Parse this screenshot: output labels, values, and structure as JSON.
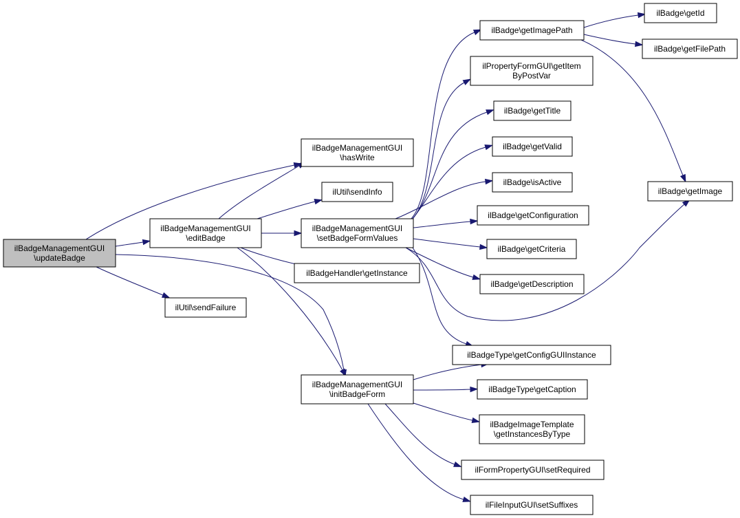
{
  "nodes": [
    {
      "id": "updateBadge",
      "lines": [
        "ilBadgeManagementGUI",
        "\\updateBadge"
      ],
      "root": true
    },
    {
      "id": "editBadge",
      "lines": [
        "ilBadgeManagementGUI",
        "\\editBadge"
      ]
    },
    {
      "id": "hasWrite",
      "lines": [
        "ilBadgeManagementGUI",
        "\\hasWrite"
      ]
    },
    {
      "id": "sendInfo",
      "lines": [
        "ilUtil\\sendInfo"
      ]
    },
    {
      "id": "setBadgeFormValues",
      "lines": [
        "ilBadgeManagementGUI",
        "\\setBadgeFormValues"
      ]
    },
    {
      "id": "getInstanceHandler",
      "lines": [
        "ilBadgeHandler\\getInstance"
      ]
    },
    {
      "id": "sendFailure",
      "lines": [
        "ilUtil\\sendFailure"
      ]
    },
    {
      "id": "initBadgeForm",
      "lines": [
        "ilBadgeManagementGUI",
        "\\initBadgeForm"
      ]
    },
    {
      "id": "getImagePath",
      "lines": [
        "ilBadge\\getImagePath"
      ]
    },
    {
      "id": "getItemByPostVar",
      "lines": [
        "ilPropertyFormGUI\\getItem",
        "ByPostVar"
      ]
    },
    {
      "id": "getTitle",
      "lines": [
        "ilBadge\\getTitle"
      ]
    },
    {
      "id": "getValid",
      "lines": [
        "ilBadge\\getValid"
      ]
    },
    {
      "id": "isActive",
      "lines": [
        "ilBadge\\isActive"
      ]
    },
    {
      "id": "getConfiguration",
      "lines": [
        "ilBadge\\getConfiguration"
      ]
    },
    {
      "id": "getCriteria",
      "lines": [
        "ilBadge\\getCriteria"
      ]
    },
    {
      "id": "getDescription",
      "lines": [
        "ilBadge\\getDescription"
      ]
    },
    {
      "id": "getConfigGUIInstance",
      "lines": [
        "ilBadgeType\\getConfigGUIInstance"
      ]
    },
    {
      "id": "getCaption",
      "lines": [
        "ilBadgeType\\getCaption"
      ]
    },
    {
      "id": "getInstancesByType",
      "lines": [
        "ilBadgeImageTemplate",
        "\\getInstancesByType"
      ]
    },
    {
      "id": "setRequired",
      "lines": [
        "ilFormPropertyGUI\\setRequired"
      ]
    },
    {
      "id": "setSuffixes",
      "lines": [
        "ilFileInputGUI\\setSuffixes"
      ]
    },
    {
      "id": "getId",
      "lines": [
        "ilBadge\\getId"
      ]
    },
    {
      "id": "getFilePath",
      "lines": [
        "ilBadge\\getFilePath"
      ]
    },
    {
      "id": "getImage",
      "lines": [
        "ilBadge\\getImage"
      ]
    }
  ],
  "edges": [
    {
      "from": "updateBadge",
      "to": "editBadge"
    },
    {
      "from": "updateBadge",
      "to": "hasWrite"
    },
    {
      "from": "updateBadge",
      "to": "sendFailure"
    },
    {
      "from": "updateBadge",
      "to": "initBadgeForm"
    },
    {
      "from": "editBadge",
      "to": "hasWrite"
    },
    {
      "from": "editBadge",
      "to": "sendInfo"
    },
    {
      "from": "editBadge",
      "to": "setBadgeFormValues"
    },
    {
      "from": "editBadge",
      "to": "getInstanceHandler"
    },
    {
      "from": "editBadge",
      "to": "initBadgeForm"
    },
    {
      "from": "setBadgeFormValues",
      "to": "getImagePath"
    },
    {
      "from": "setBadgeFormValues",
      "to": "getItemByPostVar"
    },
    {
      "from": "setBadgeFormValues",
      "to": "getTitle"
    },
    {
      "from": "setBadgeFormValues",
      "to": "getValid"
    },
    {
      "from": "setBadgeFormValues",
      "to": "isActive"
    },
    {
      "from": "setBadgeFormValues",
      "to": "getConfiguration"
    },
    {
      "from": "setBadgeFormValues",
      "to": "getCriteria"
    },
    {
      "from": "setBadgeFormValues",
      "to": "getDescription"
    },
    {
      "from": "setBadgeFormValues",
      "to": "getImage"
    },
    {
      "from": "setBadgeFormValues",
      "to": "getConfigGUIInstance"
    },
    {
      "from": "getImagePath",
      "to": "getId"
    },
    {
      "from": "getImagePath",
      "to": "getFilePath"
    },
    {
      "from": "getImagePath",
      "to": "getImage"
    },
    {
      "from": "initBadgeForm",
      "to": "getConfigGUIInstance"
    },
    {
      "from": "initBadgeForm",
      "to": "getCaption"
    },
    {
      "from": "initBadgeForm",
      "to": "getInstancesByType"
    },
    {
      "from": "initBadgeForm",
      "to": "setRequired"
    },
    {
      "from": "initBadgeForm",
      "to": "setSuffixes"
    }
  ],
  "colors": {
    "edge": "#191970",
    "root_fill": "#bfbfbf",
    "node_fill": "#ffffff",
    "node_border": "#000000"
  }
}
